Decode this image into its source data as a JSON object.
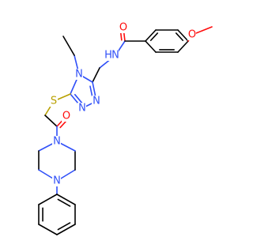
{
  "molecule": {
    "atoms": [
      {
        "id": "n_amide",
        "label": "N",
        "sub": "H",
        "color": "#3050F8"
      },
      {
        "id": "o_carbonyl1",
        "label": "O",
        "color": "#FF0D0D"
      },
      {
        "id": "o_methoxy",
        "label": "O",
        "color": "#FF0D0D"
      },
      {
        "id": "n4_triazole",
        "label": "N",
        "color": "#3050F8"
      },
      {
        "id": "n1_triazole",
        "label": "N",
        "color": "#3050F8"
      },
      {
        "id": "n2_triazole",
        "label": "N",
        "color": "#3050F8"
      },
      {
        "id": "s_thioether",
        "label": "S",
        "color": "#B8A000"
      },
      {
        "id": "o_carbonyl2",
        "label": "O",
        "color": "#FF0D0D"
      },
      {
        "id": "n_pip1",
        "label": "N",
        "color": "#3050F8"
      },
      {
        "id": "n_pip4",
        "label": "N",
        "color": "#3050F8"
      }
    ]
  }
}
